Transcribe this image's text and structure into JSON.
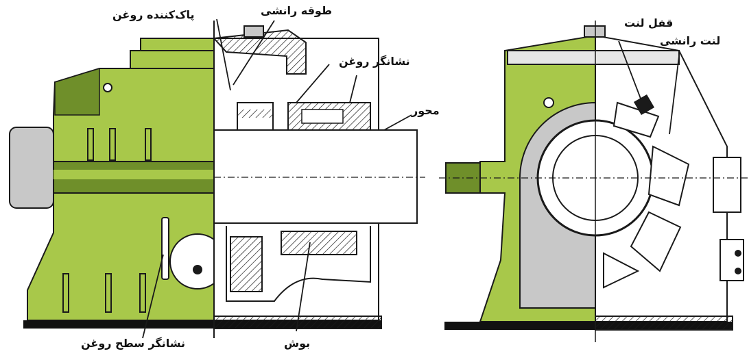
{
  "labels": {
    "oil_wiper": "پاک‌کننده روغن",
    "thrust_collar": "طوقه رانشی",
    "oil_indicator": "نشانگر روغن",
    "shaft": "محور",
    "oil_level_indicator": "نشانگر سطح روغن",
    "bushing": "بوش",
    "pad_lock": "قفل لنت",
    "thrust_pad": "لنت رانشی"
  },
  "colors": {
    "body_green": "#a8c84a",
    "dark_green": "#6f8f2a",
    "line": "#1a1a1a",
    "base": "#111111",
    "gray": "#c8c8c8",
    "light_gray": "#e6e6e6"
  }
}
